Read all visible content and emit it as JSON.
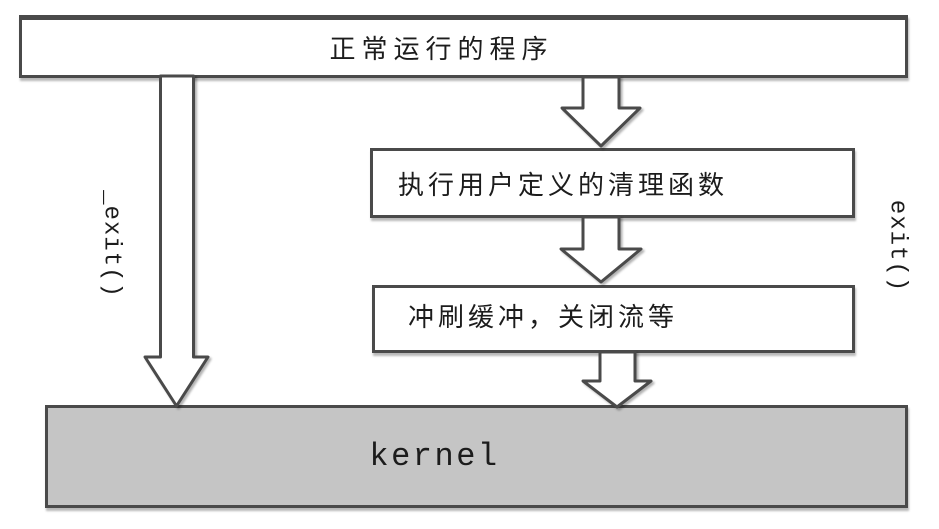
{
  "diagram": {
    "type": "flowchart",
    "nodes": {
      "program": {
        "label": "正常运行的程序"
      },
      "cleanup": {
        "label": "执行用户定义的清理函数"
      },
      "flush": {
        "label": "冲刷缓冲，关闭流等"
      },
      "kernel": {
        "label": "kernel"
      }
    },
    "edges": {
      "exit_direct": {
        "label": "_exit()",
        "from": "program",
        "to": "kernel"
      },
      "exit_std": {
        "label": "exit()",
        "from": "program",
        "to": "kernel",
        "via": [
          "cleanup",
          "flush"
        ]
      }
    },
    "colors": {
      "border": "#4a4a4a",
      "node_fill": "#ffffff",
      "kernel_fill": "#c5c5c5",
      "text": "#1c1c1c",
      "background": "#ffffff"
    }
  }
}
